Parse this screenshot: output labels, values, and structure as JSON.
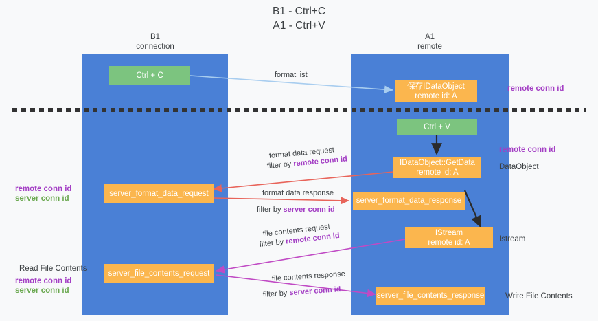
{
  "title": "B1 - Ctrl+C\nA1 - Ctrl+V",
  "columns": [
    {
      "key": "b1",
      "label": "B1\nconnection"
    },
    {
      "key": "a1",
      "label": "A1\nremote"
    }
  ],
  "nodes": {
    "ctrl_c": "Ctrl + C",
    "idataobject": "保存IDataObject\nremote id: A",
    "ctrl_v": "Ctrl + V",
    "getdata": "IDataObject::GetData\nremote id: A",
    "server_format_data_request": "server_format_data_request",
    "server_format_data_response": "server_format_data_response",
    "istream": "IStream\nremote id: A",
    "server_file_contents_request": "server_file_contents_request",
    "server_file_contents_response": "server_file_contents_response"
  },
  "edge_labels": {
    "format_list": "format list",
    "format_data_request": "format data request",
    "format_data_request_filter_pre": "filter by ",
    "format_data_request_filter_key": "remote conn id",
    "format_data_response": "format data response",
    "format_data_response_filter_pre": "filter by ",
    "format_data_response_filter_key": "server conn id",
    "file_contents_request": "file contents request",
    "file_contents_request_filter_pre": "filter by ",
    "file_contents_request_filter_key": "remote conn id",
    "file_contents_response": "file contents response",
    "file_contents_response_filter_pre": "filter by ",
    "file_contents_response_filter_key": "server conn id"
  },
  "annotations": {
    "right_remote_conn_id_top": "remote conn id",
    "right_remote_conn_id_mid": "remote conn id",
    "right_dataobject": "DataObject",
    "right_istream": "Istream",
    "right_write_file_contents": "Write File Contents",
    "left_remote_conn_id_mid": "remote conn id",
    "left_server_conn_id_mid": "server conn id",
    "left_read_file_contents": "Read File Contents",
    "left_remote_conn_id_bottom": "remote conn id",
    "left_server_conn_id_bottom": "server conn id"
  },
  "colors": {
    "lane": "#4a80d6",
    "node_green": "#7cc47f",
    "node_orange": "#fbb64e",
    "accent_purple": "#a33ec4",
    "accent_green": "#6aa84f",
    "arrow_red": "#e8645a",
    "arrow_magenta": "#c04ac4",
    "arrow_blue": "#a8cdef",
    "arrow_dark": "#2b2b2b",
    "background": "#f8f9fa"
  }
}
